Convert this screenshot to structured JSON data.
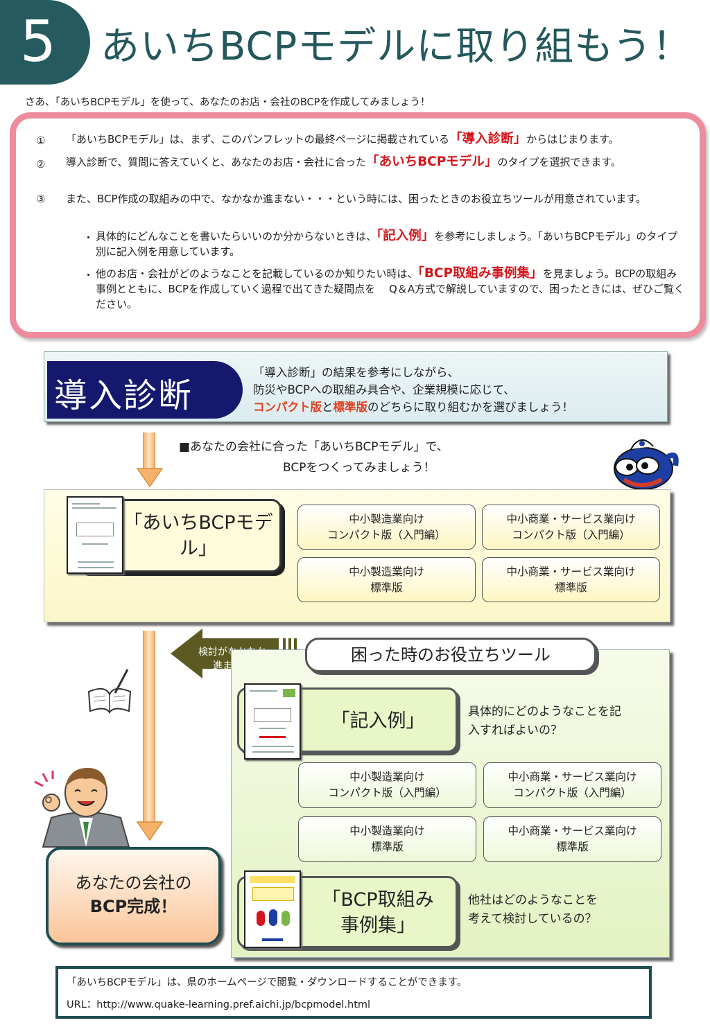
{
  "header": {
    "number": "5",
    "title": "あいちBCPモデルに取り組もう！",
    "intro": "さあ、「あいちBCPモデル」を使って、あなたのお店・会社のBCPを作成してみましょう！"
  },
  "steps": [
    {
      "num": "①",
      "pre": "「あいちBCPモデル」は、まず、このパンフレットの最終ページに掲載されている",
      "highlight": "「導入診断」",
      "post": "からはじまります。"
    },
    {
      "num": "②",
      "pre": "導入診断で、質問に答えていくと、あなたのお店・会社に合った",
      "highlight": "「あいちBCPモデル」",
      "post": "のタイプを選択できます。"
    },
    {
      "num": "③",
      "pre": "また、BCP作成の取組みの中で、なかなか進まない・・・という時には、困ったときのお役立ちツールが用意されています。",
      "highlight": "",
      "post": ""
    }
  ],
  "sub_items": [
    {
      "dot": "・",
      "pre": "具体的にどんなことを書いたらいいのか分からないときは、",
      "highlight": "「記入例」",
      "post": "を参考にしましょう。「あいちBCPモデル」のタイプ別に記入例を用意しています。"
    },
    {
      "dot": "・",
      "pre": "他のお店・会社がどのようなことを記載しているのか知りたい時は、",
      "highlight": "「BCP取組み事例集」",
      "post": "を見ましょう。BCPの取組み事例とともに、BCPを作成していく過程で出てきた疑問点を　 Q＆A方式で解説していますので、困ったときには、ぜひご覧ください。"
    }
  ],
  "diagnosis": {
    "label": "導入診断",
    "line1": "「導入診断」の結果を参考にしながら、",
    "line2": "防災やBCPへの取組み具合や、企業規模に応じて、",
    "compact": "コンパクト版",
    "and": "と",
    "standard": "標準版",
    "line3_post": "のどちらに取り組むかを選びましょう！"
  },
  "guide": {
    "line1": "■あなたの会社に合った「あいちBCPモデル」で、",
    "line2": "BCPをつくってみましょう！"
  },
  "model": {
    "label": "「あいちBCPモデル」",
    "types": [
      {
        "line1": "中小製造業向け",
        "line2": "コンパクト版（入門編）"
      },
      {
        "line1": "中小商業・サービス業向け",
        "line2": "コンパクト版（入門編）"
      },
      {
        "line1": "中小製造業向け",
        "line2": "標準版"
      },
      {
        "line1": "中小商業・サービス業向け",
        "line2": "標準版"
      }
    ]
  },
  "stall": {
    "line1": "検討がなかなか",
    "line2": "進まない"
  },
  "tools": {
    "title": "困った時のお役立ちツール",
    "example_label": "「記入例」",
    "example_q1": "具体的にどのようなことを記",
    "example_q2": "入すればよいの？",
    "types": [
      {
        "line1": "中小製造業向け",
        "line2": "コンパクト版（入門編）"
      },
      {
        "line1": "中小商業・サービス業向け",
        "line2": "コンパクト版（入門編）"
      },
      {
        "line1": "中小製造業向け",
        "line2": "標準版"
      },
      {
        "line1": "中小商業・サービス業向け",
        "line2": "標準版"
      }
    ],
    "cases_label1": "「BCP取組み",
    "cases_label2": "事例集」",
    "cases_q1": "他社はどのようなことを",
    "cases_q2": "考えて検討しているの？"
  },
  "complete": {
    "line1": "あなたの会社の",
    "line2": "BCP完成！"
  },
  "footer": {
    "line1": "「あいちBCPモデル」は、県のホームページで閲覧・ダウンロードすることができます。",
    "line2": "URL：http://www.quake-learning.pref.aichi.jp/bcpmodel.html"
  },
  "colors": {
    "teal": "#24585c",
    "red": "#d2161b",
    "orange": "#e0401d",
    "navy": "#14196e",
    "pink": "#ee8c9e"
  }
}
